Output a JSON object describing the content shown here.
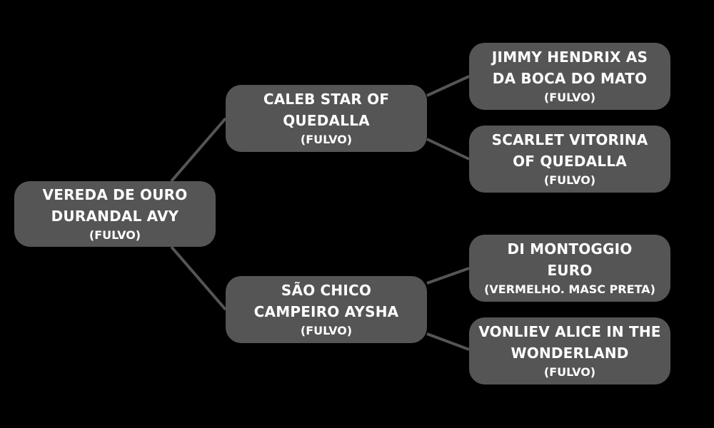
{
  "root": {
    "name_lines": [
      "VEREDA DE OURO",
      "DURANDAL AVY"
    ],
    "color": "(FULVO)"
  },
  "sire": {
    "name_lines": [
      "CALEB STAR OF",
      "QUEDALLA"
    ],
    "color": "(FULVO)"
  },
  "dam": {
    "name_lines": [
      "SÃO CHICO",
      "CAMPEIRO AYSHA"
    ],
    "color": "(FULVO)"
  },
  "sire_sire": {
    "name_lines": [
      "JIMMY HENDRIX AS",
      "DA BOCA DO MATO"
    ],
    "color": "(FULVO)"
  },
  "sire_dam": {
    "name_lines": [
      "SCARLET VITORINA",
      "OF QUEDALLA"
    ],
    "color": "(FULVO)"
  },
  "dam_sire": {
    "name_lines": [
      "DI MONTOGGIO",
      "EURO"
    ],
    "color": "(VERMELHO. MASC PRETA)"
  },
  "dam_dam": {
    "name_lines": [
      "VONLIEV ALICE IN THE",
      "WONDERLAND"
    ],
    "color": "(FULVO)"
  },
  "colors": {
    "background": "#000000",
    "node_fill": "#555555",
    "connector": "#555555",
    "text": "#ffffff"
  }
}
